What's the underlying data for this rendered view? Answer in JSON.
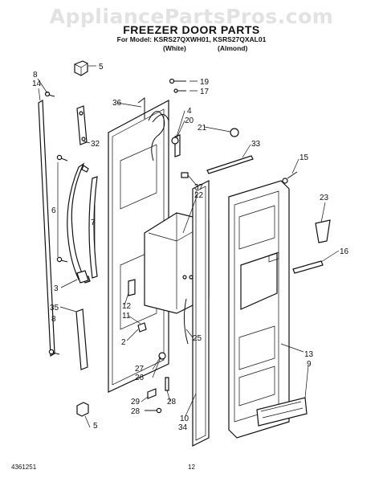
{
  "watermark": "AppliancePartsPros.com",
  "title": "FREEZER DOOR PARTS",
  "model_line": "For Model: KSRS27QXWH01, KSRS27QXAL01",
  "color_white": "(White)",
  "color_almond": "(Almond)",
  "footer_left": "4361251",
  "footer_page": "12",
  "callouts": {
    "c5a": "5",
    "c8a": "8",
    "c14": "14",
    "c19": "19",
    "c17": "17",
    "c36": "36",
    "c4": "4",
    "c20": "20",
    "c21": "21",
    "c32": "32",
    "c33": "33",
    "c15": "15",
    "c6": "6",
    "c7": "7",
    "c37": "37",
    "c22": "22",
    "c23": "23",
    "c16": "16",
    "c3": "3",
    "c35": "35",
    "c12": "12",
    "c8b": "8",
    "c11": "11",
    "c2": "2",
    "c25": "25",
    "c13": "13",
    "c9": "9",
    "c27": "27",
    "c26": "26",
    "c29": "29",
    "c28a": "28",
    "c28b": "28",
    "c10": "10",
    "c34": "34",
    "c5b": "5"
  }
}
